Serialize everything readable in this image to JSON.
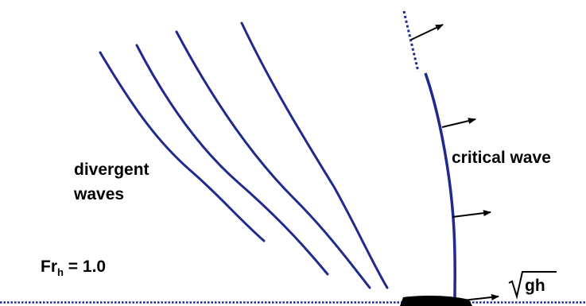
{
  "colors": {
    "wave_line": "#1f2a8c",
    "arrow": "#000000",
    "text": "#000000",
    "background": "#ffffff"
  },
  "labels": {
    "divergent_line1": "divergent",
    "divergent_line2": "waves",
    "critical": "critical wave",
    "froude_symbol": "Fr",
    "froude_subscript": "h",
    "froude_value": " = 1.0",
    "speed_expression": "gh"
  },
  "icons": {
    "velocity_arrows": "arrow-right-icon",
    "body": "vessel-shape-icon"
  }
}
